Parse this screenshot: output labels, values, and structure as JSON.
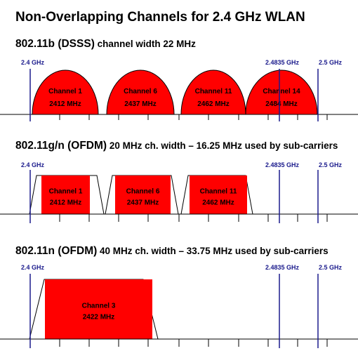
{
  "title": "Non-Overlapping Channels for 2.4 GHz WLAN",
  "colors": {
    "channel_fill": "#ff0000",
    "marker_line": "#1a1a8c",
    "text": "#000000"
  },
  "freq_labels": {
    "start": "2.4 GHz",
    "band_end": "2.4835 GHz",
    "end": "2.5 GHz"
  },
  "sections": [
    {
      "heading_main": "802.11b (DSSS)",
      "heading_rest": " channel width 22 MHz",
      "shape": "arc",
      "channels": [
        {
          "name": "Channel 1",
          "freq": "2412 MHz"
        },
        {
          "name": "Channel 6",
          "freq": "2437 MHz"
        },
        {
          "name": "Channel 11",
          "freq": "2462 MHz"
        },
        {
          "name": "Channel 14",
          "freq": "2484 MHz"
        }
      ]
    },
    {
      "heading_main": "802.11g/n (OFDM)",
      "heading_rest": " 20 MHz ch. width – 16.25 MHz used by sub-carriers",
      "shape": "trapezoid",
      "channels": [
        {
          "name": "Channel 1",
          "freq": "2412 MHz"
        },
        {
          "name": "Channel 6",
          "freq": "2437 MHz"
        },
        {
          "name": "Channel 11",
          "freq": "2462 MHz"
        }
      ]
    },
    {
      "heading_main": "802.11n (OFDM)",
      "heading_rest": " 40 MHz ch. width – 33.75 MHz used by sub-carriers",
      "shape": "trapezoid",
      "channels": [
        {
          "name": "Channel 3",
          "freq": "2422 MHz"
        }
      ]
    }
  ]
}
